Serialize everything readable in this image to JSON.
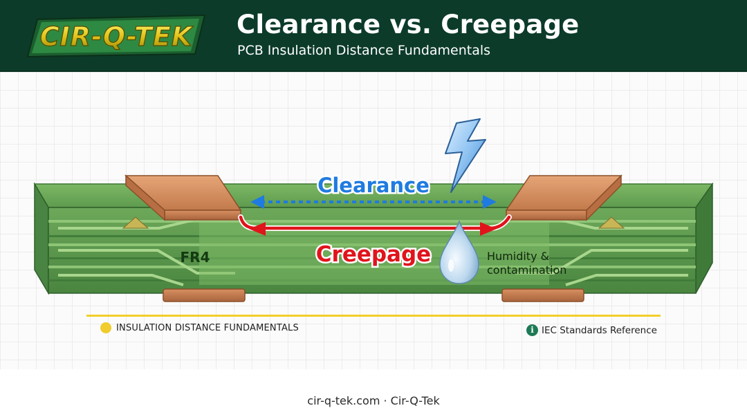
{
  "header": {
    "logo_text": "CIR-Q-TEK",
    "title": "Clearance vs. Creepage",
    "subtitle": "PCB Insulation Distance Fundamentals"
  },
  "diagram": {
    "clearance_label": "Clearance",
    "creepage_label": "Creepage",
    "material_label": "FR4",
    "humidity_line1": "Humidity &",
    "humidity_line2": "contamination",
    "icons": [
      "lightning-bolt-icon",
      "water-drop-icon"
    ]
  },
  "legend": {
    "section_label": "INSULATION DISTANCE FUNDAMENTALS",
    "reference_icon": "i",
    "reference_label": "IEC Standards Reference"
  },
  "footer": {
    "text": "cir-q-tek.com · Cir-Q-Tek"
  },
  "colors": {
    "header_bg": "#0c3b2a",
    "clearance_blue": "#1f7be0",
    "creepage_red": "#e0141b",
    "board_green": "#6aa55a",
    "copper": "#d08a5a",
    "accent_yellow": "#f2cf2a"
  }
}
